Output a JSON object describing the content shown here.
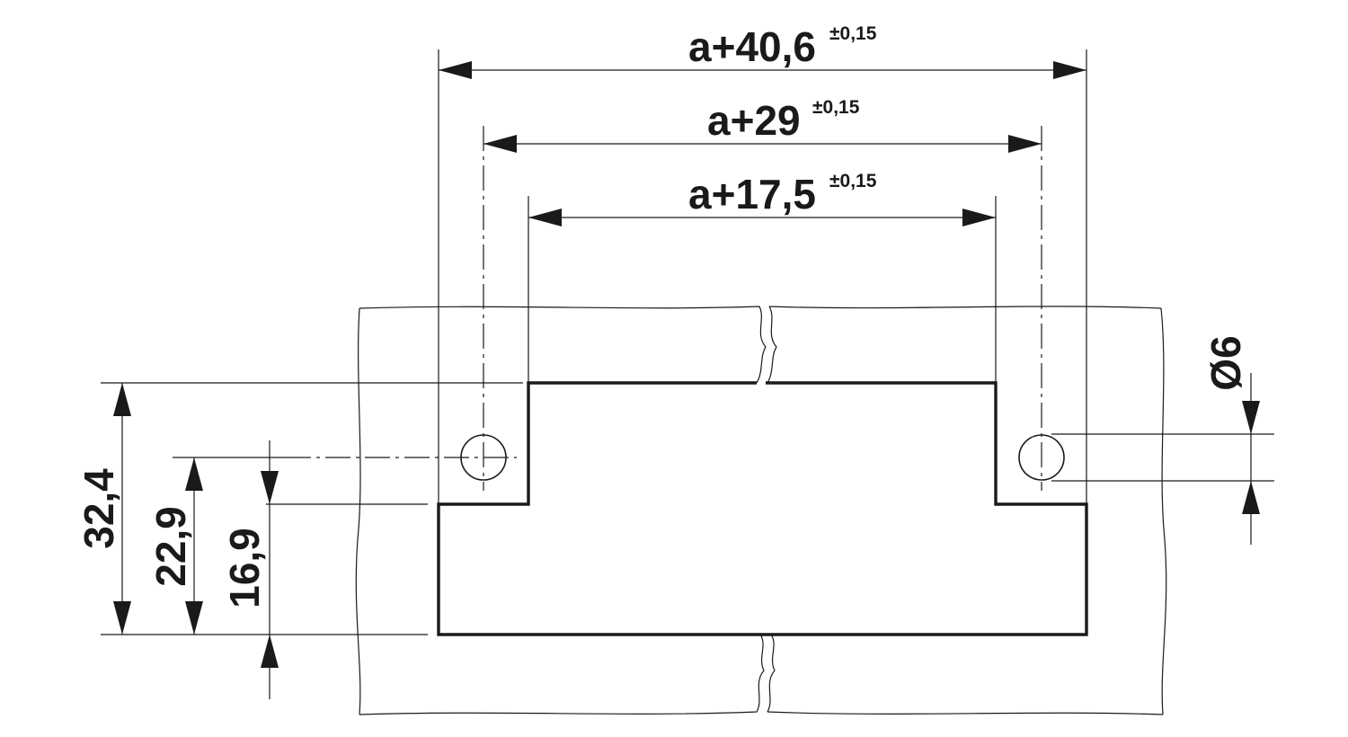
{
  "dimensions": {
    "width_outer": {
      "value": "a+40,6",
      "tolerance": "±0,15"
    },
    "width_holes": {
      "value": "a+29",
      "tolerance": "±0,15"
    },
    "width_inner": {
      "value": "a+17,5",
      "tolerance": "±0,15"
    },
    "height_total": "32,4",
    "height_holes": "22,9",
    "height_step": "16,9",
    "hole_diameter": "Ø6"
  }
}
